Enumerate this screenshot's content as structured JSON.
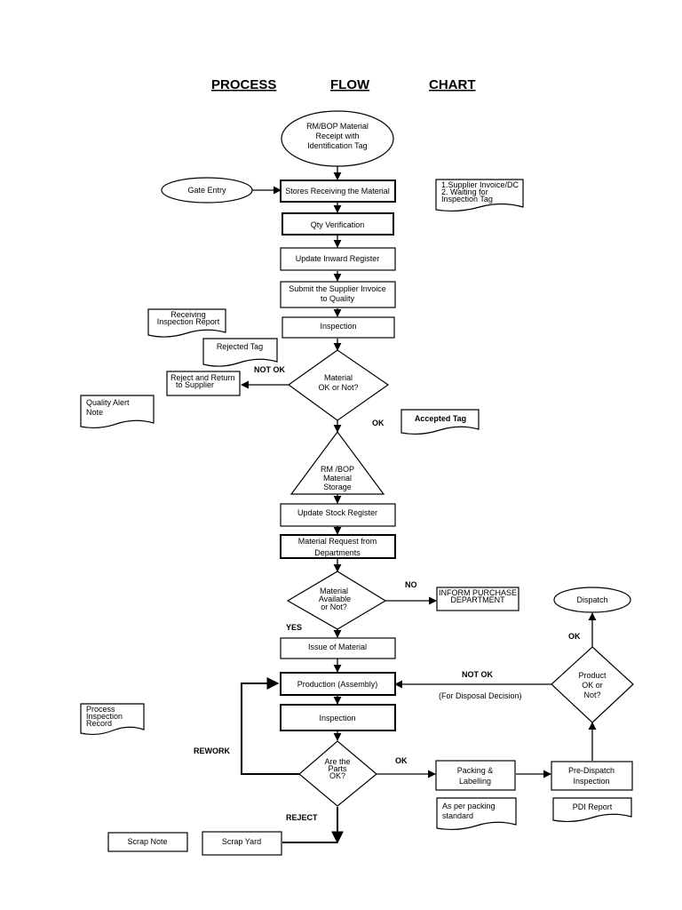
{
  "title": {
    "word1": "PROCESS",
    "word2": "FLOW",
    "word3": "CHART"
  },
  "nodes": {
    "receipt": [
      "RM/BOP Material",
      "Receipt with",
      "Identification Tag"
    ],
    "gate_entry": "Gate Entry",
    "stores": "Stores Receiving the Material",
    "supplier_doc": [
      "1.Supplier Invoice/DC",
      "2. Waiting for",
      "Inspection Tag"
    ],
    "qty": "Qty Verification",
    "inward": "Update Inward Register",
    "submit": [
      "Submit the Supplier Invoice",
      "to Quality"
    ],
    "receiving_report": [
      "Receiving",
      "Inspection Report"
    ],
    "inspection1": "Inspection",
    "rejected_tag": "Rejected Tag",
    "material_ok": [
      "Material",
      "OK or Not?"
    ],
    "reject_return": [
      "Reject and Return",
      "to Supplier"
    ],
    "quality_alert": [
      "Quality Alert",
      "Note"
    ],
    "accepted_tag": "Accepted Tag",
    "storage": [
      "RM /BOP",
      "Material",
      "Storage"
    ],
    "stock": "Update Stock Register",
    "request": [
      "Material Request from",
      "Departments"
    ],
    "available": [
      "Material",
      "Available",
      "or Not?"
    ],
    "inform": [
      "INFORM PURCHASE",
      "DEPARTMENT"
    ],
    "issue": "Issue of Material",
    "production": "Production (Assembly)",
    "inspection2": "Inspection",
    "process_record": [
      "Process",
      "Inspection",
      "Record"
    ],
    "parts_ok": [
      "Are the",
      "Parts",
      "OK?"
    ],
    "packing": [
      "Packing &",
      "Labelling"
    ],
    "packing_std": [
      "As per packing",
      "standard"
    ],
    "pre_dispatch": [
      "Pre-Dispatch",
      "Inspection"
    ],
    "pdi_report": "PDI Report",
    "product_ok": [
      "Product",
      "OK or",
      "Not?"
    ],
    "dispatch": "Dispatch",
    "scrap_note": "Scrap Note",
    "scrap_yard": "Scrap Yard"
  },
  "labels": {
    "not_ok_1": "NOT OK",
    "ok_1": "OK",
    "no": "NO",
    "yes": "YES",
    "not_ok_2": "NOT OK",
    "disposal": "(For Disposal Decision)",
    "ok_2": "OK",
    "rework": "REWORK",
    "ok_3": "OK",
    "reject": "REJECT"
  }
}
